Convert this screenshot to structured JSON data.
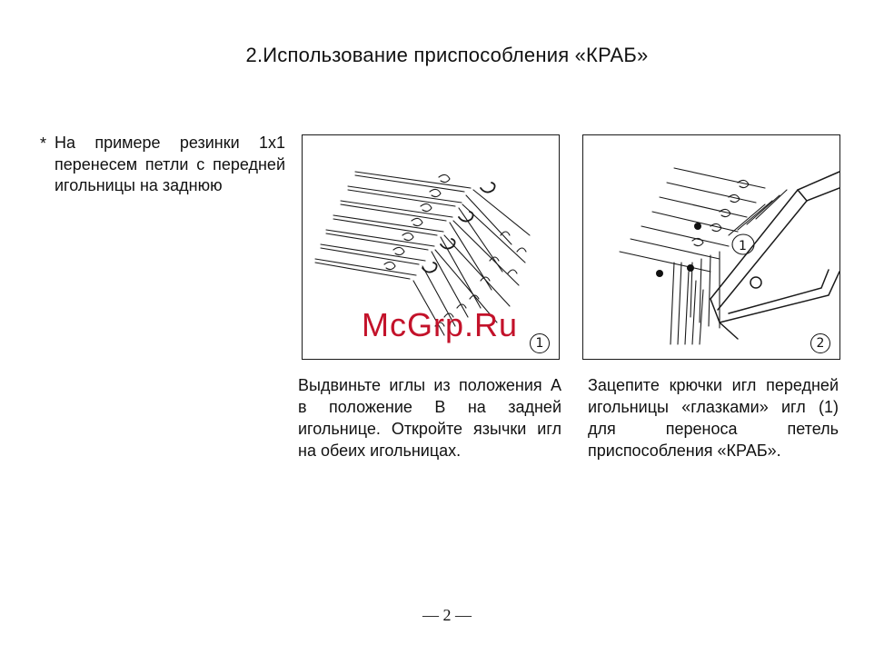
{
  "title": "2.Использование приспособления «КРАБ»",
  "intro": {
    "bullet": "*",
    "lines": [
      "На примере резинки 1х1",
      "перенесем петли с передней",
      "игольницы на заднюю"
    ]
  },
  "figures": [
    {
      "number": "1",
      "caption_lines": [
        "Выдвиньте иглы из положения А",
        "в положение В на задней",
        "игольнице. Откройте язычки игл",
        "на обеих игольницах."
      ]
    },
    {
      "number": "2",
      "inner_label": "1",
      "caption_lines": [
        "Зацепите крючки игл передней",
        "игольницы «глазками» игл (1)",
        "для переноса петель",
        "приспособления «КРАБ»."
      ]
    }
  ],
  "watermark": "McGrp.Ru",
  "page_number": "— 2 —"
}
